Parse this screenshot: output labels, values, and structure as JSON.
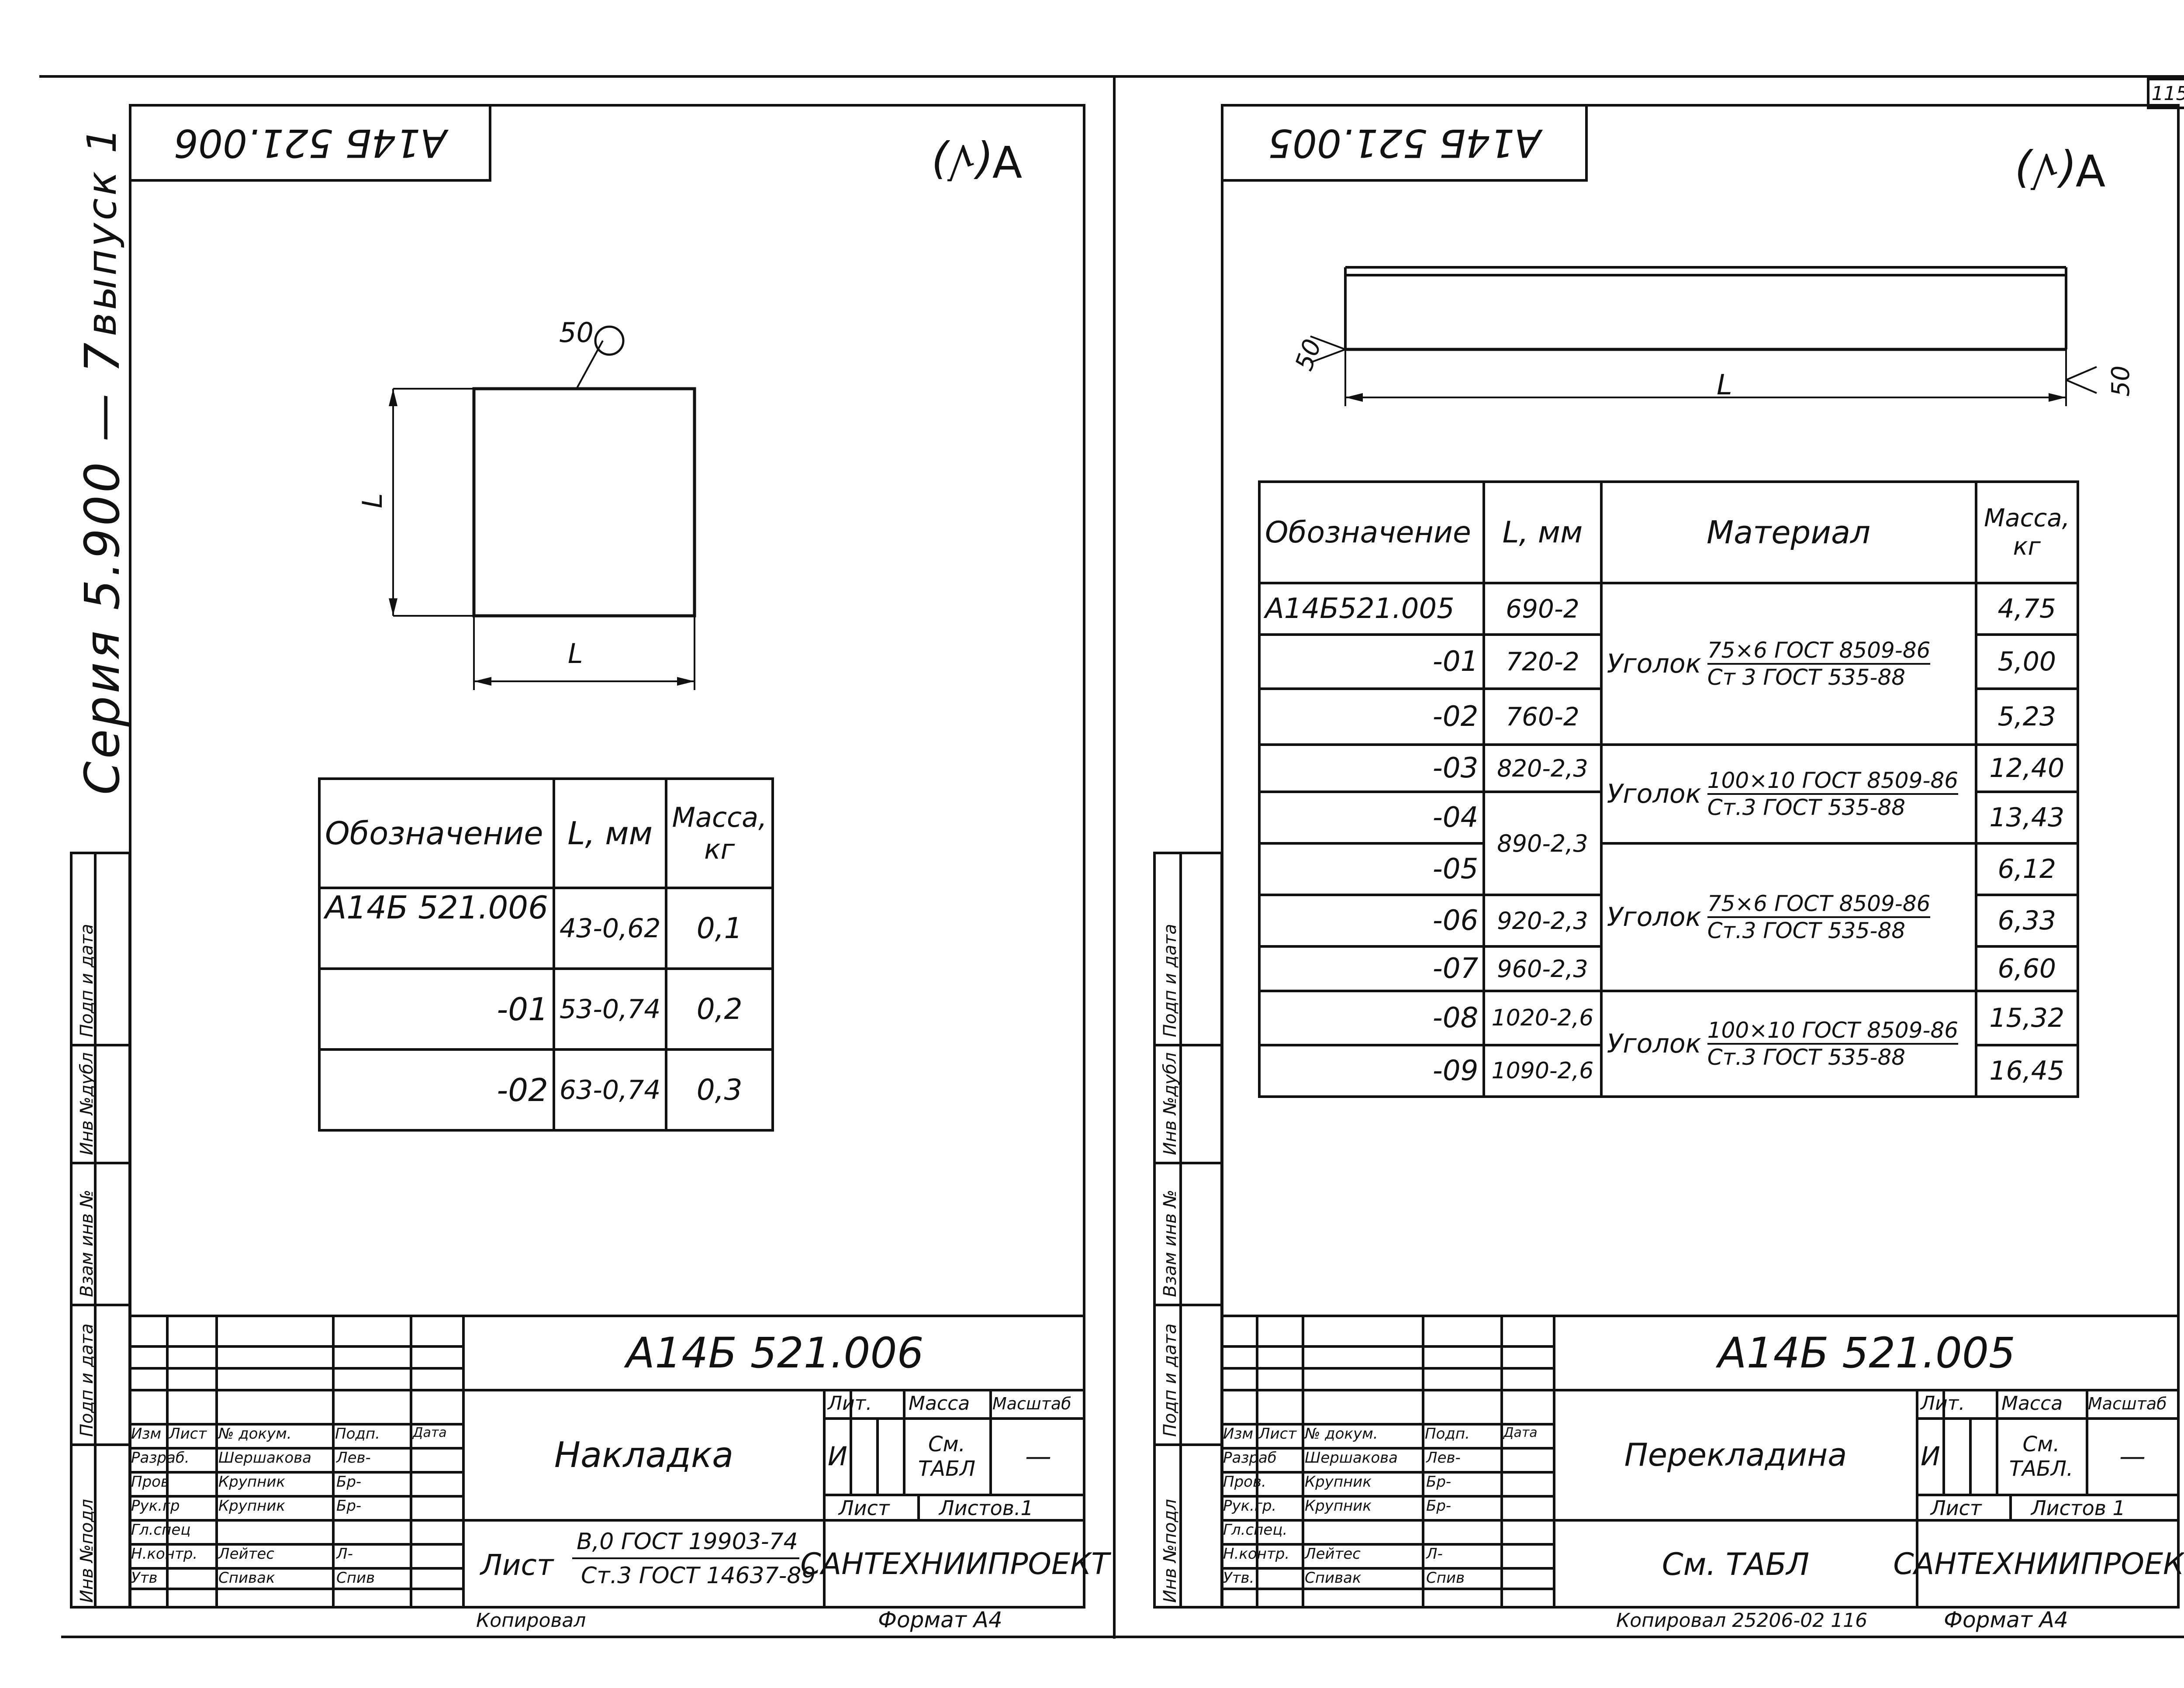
{
  "page_number": "115",
  "series_strip": {
    "series": "Серия 5.900 — 7",
    "issue": "выпуск 1"
  },
  "side_labels": [
    "Подп и дата",
    "Инв №дубл",
    "Взам инв №",
    "Подп и дата",
    "Инв №подл"
  ],
  "left": {
    "code_top": "А14Б 521.006",
    "roughness_mark": "∀(√)",
    "dim_L_vertical": "L",
    "dim_L_horizontal": "L",
    "weld_mark": "50",
    "table": {
      "headers": [
        "Обозначение",
        "L, мм",
        "Масса, кг"
      ],
      "rows": [
        [
          "А14Б 521.006",
          "43-0,62",
          "0,1"
        ],
        [
          "-01",
          "53-0,74",
          "0,2"
        ],
        [
          "-02",
          "63-0,74",
          "0,3"
        ]
      ]
    },
    "title_block": {
      "doc_code": "А14Б 521.006",
      "name": "Накладка",
      "material_label": "Лист",
      "material_top": "В,0 ГОСТ 19903-74",
      "material_bottom": "Ст.3 ГОСТ 14637-89",
      "lit": "Лит.",
      "mass": "Масса",
      "scale": "Масштаб",
      "lit_value": "И",
      "mass_value": "См. ТАБЛ",
      "scale_value": "—",
      "sheet": "Лист",
      "sheets": "Листов.1",
      "org": "САНТЕХНИИПРОЕКТ",
      "col_headers": [
        "Изм",
        "Лист",
        "№ докум.",
        "Подп.",
        "Дата"
      ],
      "people": [
        {
          "role": "Разраб.",
          "name": "Шершакова",
          "sign": "Лев-"
        },
        {
          "role": "Пров",
          "name": "Крупник",
          "sign": "Бр-"
        },
        {
          "role": "Рук.гр",
          "name": "Крупник",
          "sign": "Бр-"
        },
        {
          "role": "Гл.спец",
          "name": "",
          "sign": ""
        },
        {
          "role": "Н.контр.",
          "name": "Лейтес",
          "sign": "Л-"
        },
        {
          "role": "Утв",
          "name": "Спивак",
          "sign": "Спив"
        }
      ]
    },
    "footer_left": "Копировал",
    "footer_right": "Формат А4"
  },
  "right": {
    "code_top": "А14Б 521.005",
    "roughness_mark": "∀(√)",
    "dim_L": "L",
    "weld_left": "50",
    "weld_right": "50",
    "table": {
      "headers": [
        "Обозначение",
        "L, мм",
        "Материал",
        "Масса, кг"
      ],
      "rows": [
        [
          "А14Б521.005",
          "690-2",
          "4,75"
        ],
        [
          "-01",
          "720-2",
          "5,00"
        ],
        [
          "-02",
          "760-2",
          "5,23"
        ],
        [
          "-03",
          "820-2,3",
          "12,40"
        ],
        [
          "-04",
          "",
          "13,43"
        ],
        [
          "-05",
          "",
          "6,12"
        ],
        [
          "-06",
          "920-2,3",
          "6,33"
        ],
        [
          "-07",
          "960-2,3",
          "6,60"
        ],
        [
          "-08",
          "1020-2,6",
          "15,32"
        ],
        [
          "-09",
          "1090-2,6",
          "16,45"
        ]
      ],
      "merged_len_04_05": "890-2,3",
      "materials": [
        {
          "label": "Уголок",
          "top": "75×6 ГОСТ 8509-86",
          "bottom": "Ст 3 ГОСТ 535-88"
        },
        {
          "label": "Уголок",
          "top": "100×10 ГОСТ 8509-86",
          "bottom": "Ст.3 ГОСТ 535-88"
        },
        {
          "label": "Уголок",
          "top": "75×6 ГОСТ 8509-86",
          "bottom": "Ст.3 ГОСТ 535-88"
        },
        {
          "label": "Уголок",
          "top": "100×10 ГОСТ 8509-86",
          "bottom": "Ст.3 ГОСТ 535-88"
        }
      ]
    },
    "title_block": {
      "doc_code": "А14Б 521.005",
      "name": "Перекладина",
      "material": "См. ТАБЛ",
      "lit": "Лит.",
      "mass": "Масса",
      "scale": "Масштаб",
      "lit_value": "И",
      "mass_value": "См. ТАБЛ.",
      "scale_value": "—",
      "sheet": "Лист",
      "sheets": "Листов 1",
      "org": "САНТЕХНИИПРОЕКТ",
      "col_headers": [
        "Изм",
        "Лист",
        "№ докум.",
        "Подп.",
        "Дата"
      ],
      "people": [
        {
          "role": "Разраб",
          "name": "Шершакова",
          "sign": "Лев-"
        },
        {
          "role": "Пров.",
          "name": "Крупник",
          "sign": "Бр-"
        },
        {
          "role": "Рук.гр.",
          "name": "Крупник",
          "sign": "Бр-"
        },
        {
          "role": "Гл.спец.",
          "name": "",
          "sign": ""
        },
        {
          "role": "Н.контр.",
          "name": "Лейтес",
          "sign": "Л-"
        },
        {
          "role": "Утв.",
          "name": "Спивак",
          "sign": "Спив"
        }
      ]
    },
    "footer_left": "Копировал 25206-02 116",
    "footer_right": "Формат А4"
  }
}
